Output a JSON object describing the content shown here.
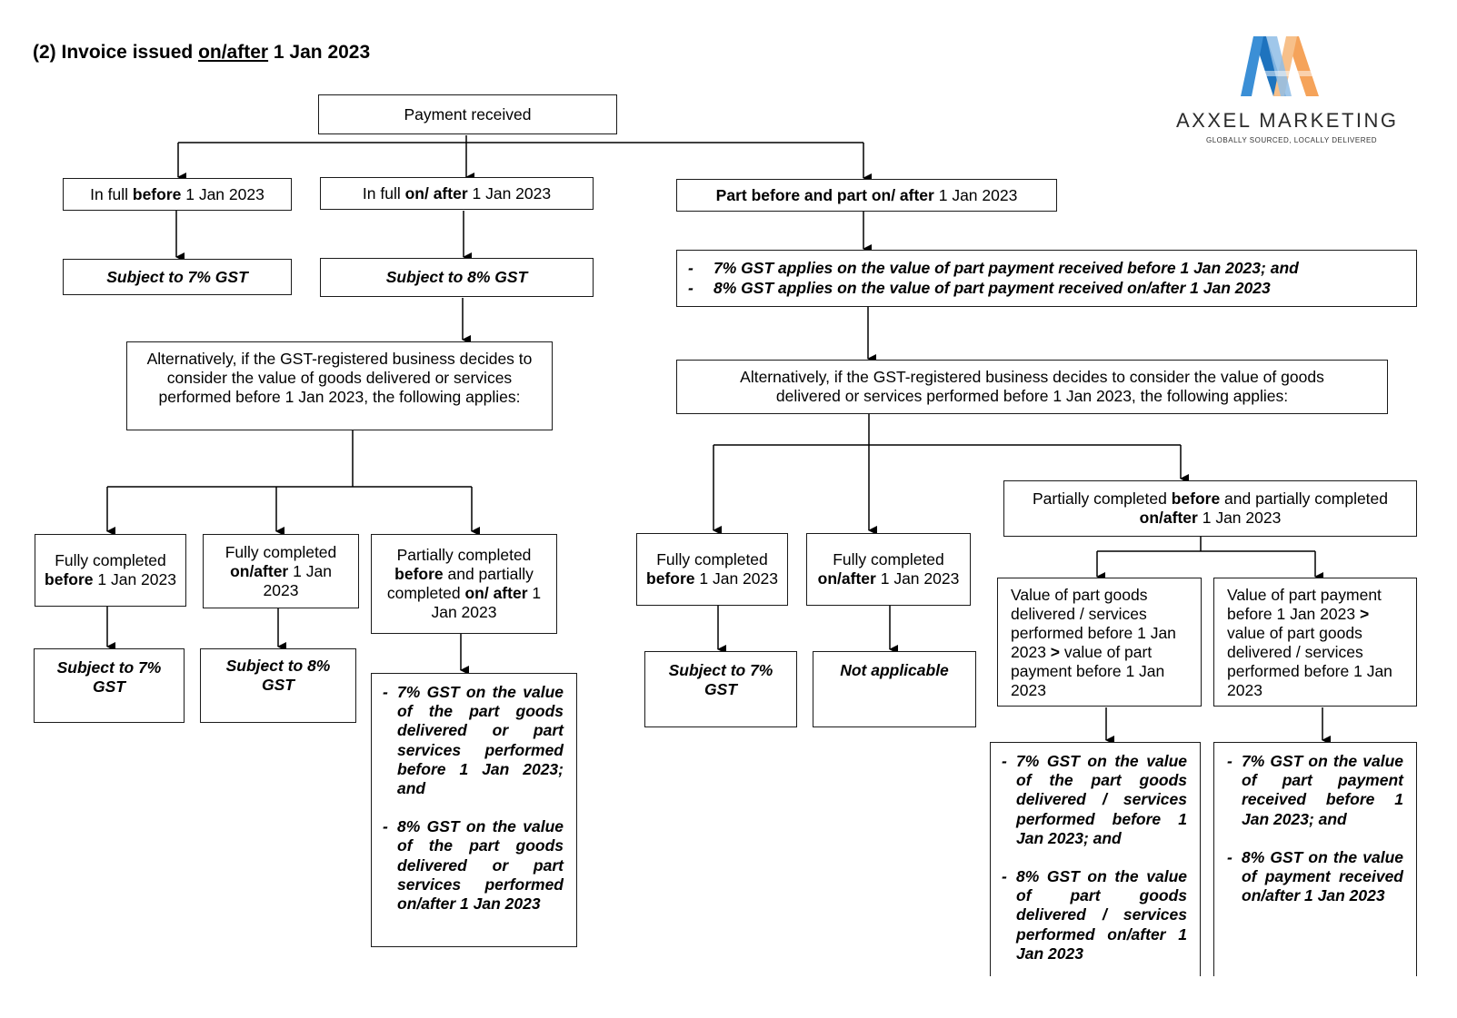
{
  "title": {
    "prefix": "(2) Invoice issued ",
    "underlined": "on/after",
    "suffix": " 1 Jan 2023"
  },
  "logo": {
    "name": "AXXEL MARKETING",
    "tagline": "GLOBALLY SOURCED, LOCALLY DELIVERED"
  },
  "nodes": {
    "payment_received": "Payment received",
    "in_full_before": {
      "pre": "In full ",
      "bold": "before",
      "post": " 1 Jan 2023"
    },
    "in_full_after": {
      "pre": "In full ",
      "bold": "on/ after",
      "post": " 1 Jan 2023"
    },
    "part_before_part_after": {
      "bold": "Part before and part on/ after",
      "post": " 1 Jan 2023"
    },
    "subject_7_gst": "Subject to 7% GST",
    "subject_8_gst": "Subject to 8% GST",
    "split_rules": [
      "7% GST applies on the value of part payment received before 1 Jan 2023; and",
      "8% GST applies on the value of part payment received on/after 1 Jan 2023"
    ],
    "alt_left": "Alternatively, if the GST-registered business decides to consider the value of goods delivered or services performed before 1 Jan 2023, the following applies:",
    "alt_right": "Alternatively, if the GST-registered business decides to consider the value of goods delivered or services performed before 1 Jan 2023, the following applies:",
    "fully_before": {
      "pre": "Fully completed ",
      "bold": "before",
      "post": " 1 Jan 2023"
    },
    "fully_after": {
      "pre": "Fully completed ",
      "bold": "on/after",
      "post": " 1 Jan 2023"
    },
    "partially_left": {
      "pre": "Partially completed ",
      "bold1": "before",
      "mid": " and partially completed ",
      "bold2": "on/ after",
      "post": " 1 Jan 2023"
    },
    "partially_right": {
      "pre": "Partially completed ",
      "bold1": "before",
      "mid": " and partially completed ",
      "bold2": "on/after",
      "post": " 1 Jan 2023"
    },
    "subject_7_short": "Subject to 7% GST",
    "subject_8_short": "Subject to 8% GST",
    "not_applicable": "Not applicable",
    "left_partial_rules": [
      "7% GST on the value of the part goods delivered or part services performed before 1 Jan 2023; and",
      "8% GST on the value of the part goods delivered or part services performed on/after 1 Jan 2023"
    ],
    "value_goods_gt": {
      "pre": "Value of part goods delivered / services performed before 1 Jan 2023 ",
      "op": ">",
      "post": " value of part payment before 1 Jan 2023"
    },
    "value_payment_gt": {
      "pre": "Value of part payment before 1 Jan 2023 ",
      "op": ">",
      "post": " value of part goods delivered / services performed before 1 Jan 2023"
    },
    "goods_gt_rules": [
      "7% GST on the value of the part goods delivered / services performed before 1 Jan 2023; and",
      "8% GST on the value of part goods delivered / services performed on/after 1 Jan 2023"
    ],
    "payment_gt_rules": [
      "7% GST on the value of part payment received before 1 Jan 2023; and",
      "8% GST on the value of payment received on/after 1 Jan 2023"
    ]
  }
}
